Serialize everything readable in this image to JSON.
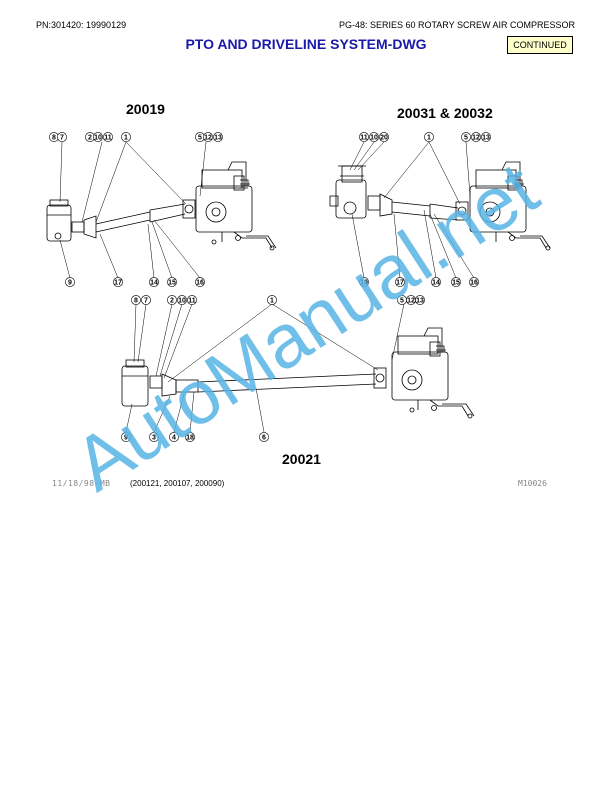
{
  "header": {
    "left": "PN:301420:  19990129",
    "right": "PG-48:  SERIES 60 ROTARY SCREW AIR COMPRESSOR"
  },
  "title": "PTO AND DRIVELINE SYSTEM-DWG",
  "continued_label": "CONTINUED",
  "assemblies": {
    "a": {
      "label": "20019"
    },
    "b": {
      "label": "20031 & 20032"
    },
    "c": {
      "label": "20021"
    }
  },
  "callouts": {
    "a_top": [
      "8",
      "7",
      "2",
      "10",
      "11",
      "1",
      "5",
      "12",
      "13"
    ],
    "a_bottom": [
      "9",
      "17",
      "14",
      "15",
      "16"
    ],
    "b_top": [
      "11",
      "10",
      "20",
      "1",
      "5",
      "12",
      "13"
    ],
    "b_bottom": [
      "19",
      "17",
      "14",
      "15",
      "16"
    ],
    "c_top": [
      "8",
      "7",
      "2",
      "10",
      "11",
      "1",
      "5",
      "12",
      "13"
    ],
    "c_bottom": [
      "9",
      "3",
      "4",
      "18",
      "6"
    ]
  },
  "footer": {
    "date": "11/18/98-MB",
    "models": "(200121, 200107, 200090)",
    "ref": "M10026"
  },
  "watermark": "AutoManual.net"
}
